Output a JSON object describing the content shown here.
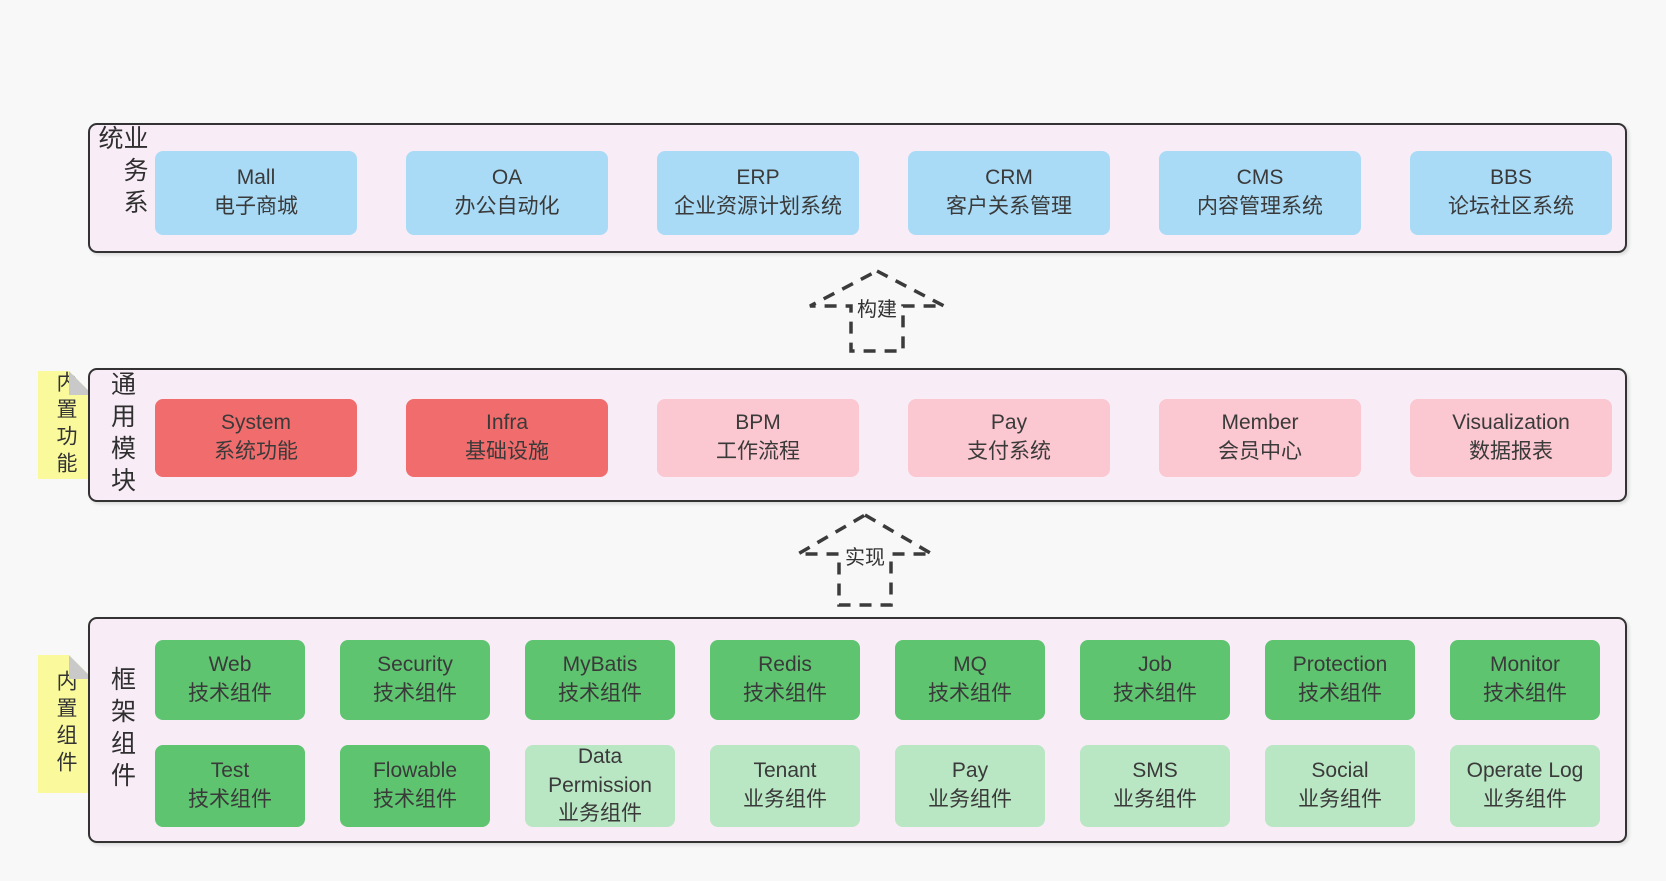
{
  "colors": {
    "page_bg": "#f8f8f8",
    "layer_bg": "#f8edf7",
    "layer_border": "#333333",
    "business_box": "#a9dbf6",
    "core_module_box": "#f16c6c",
    "optional_module_box": "#fbc7d0",
    "tech_component_box": "#5ec46f",
    "biz_component_box": "#b9e6c3",
    "note_tab": "#fafa9d",
    "text": "#3a3a3a"
  },
  "layers": {
    "business": {
      "label": "业务系统",
      "boxes": [
        {
          "name": "Mall",
          "desc": "电子商城"
        },
        {
          "name": "OA",
          "desc": "办公自动化"
        },
        {
          "name": "ERP",
          "desc": "企业资源计划系统"
        },
        {
          "name": "CRM",
          "desc": "客户关系管理"
        },
        {
          "name": "CMS",
          "desc": "内容管理系统"
        },
        {
          "name": "BBS",
          "desc": "论坛社区系统"
        }
      ]
    },
    "modules": {
      "tab": "内置功能",
      "label": "通用模块",
      "boxes": [
        {
          "name": "System",
          "desc": "系统功能"
        },
        {
          "name": "Infra",
          "desc": "基础设施"
        },
        {
          "name": "BPM",
          "desc": "工作流程"
        },
        {
          "name": "Pay",
          "desc": "支付系统"
        },
        {
          "name": "Member",
          "desc": "会员中心"
        },
        {
          "name": "Visualization",
          "desc": "数据报表"
        }
      ]
    },
    "components": {
      "tab": "内置组件",
      "label": "框架组件",
      "row1": [
        {
          "name": "Web",
          "desc": "技术组件"
        },
        {
          "name": "Security",
          "desc": "技术组件"
        },
        {
          "name": "MyBatis",
          "desc": "技术组件"
        },
        {
          "name": "Redis",
          "desc": "技术组件"
        },
        {
          "name": "MQ",
          "desc": "技术组件"
        },
        {
          "name": "Job",
          "desc": "技术组件"
        },
        {
          "name": "Protection",
          "desc": "技术组件"
        },
        {
          "name": "Monitor",
          "desc": "技术组件"
        }
      ],
      "row2": [
        {
          "name": "Test",
          "desc": "技术组件"
        },
        {
          "name": "Flowable",
          "desc": "技术组件"
        },
        {
          "name": "Data Permission",
          "desc": "业务组件"
        },
        {
          "name": "Tenant",
          "desc": "业务组件"
        },
        {
          "name": "Pay",
          "desc": "业务组件"
        },
        {
          "name": "SMS",
          "desc": "业务组件"
        },
        {
          "name": "Social",
          "desc": "业务组件"
        },
        {
          "name": "Operate Log",
          "desc": "业务组件"
        }
      ]
    }
  },
  "arrows": {
    "build": "构建",
    "implement": "实现"
  }
}
